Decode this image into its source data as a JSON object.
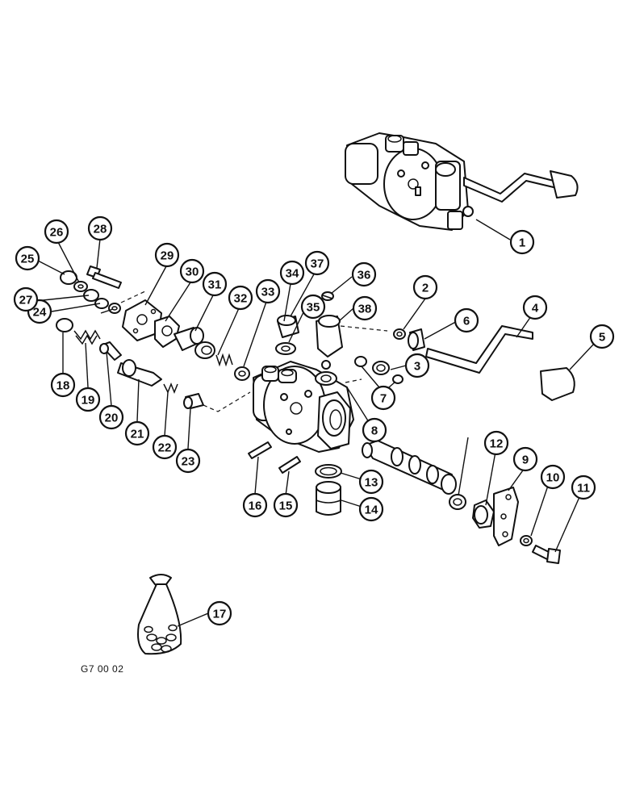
{
  "figure_ref": "G7 00 02",
  "callouts": [
    "1",
    "2",
    "3",
    "4",
    "5",
    "6",
    "7",
    "8",
    "9",
    "10",
    "11",
    "12",
    "13",
    "14",
    "15",
    "16",
    "17",
    "18",
    "19",
    "20",
    "21",
    "22",
    "23",
    "24",
    "25",
    "26",
    "27",
    "28",
    "29",
    "30",
    "31",
    "32",
    "33",
    "34",
    "35",
    "36",
    "37",
    "38"
  ]
}
